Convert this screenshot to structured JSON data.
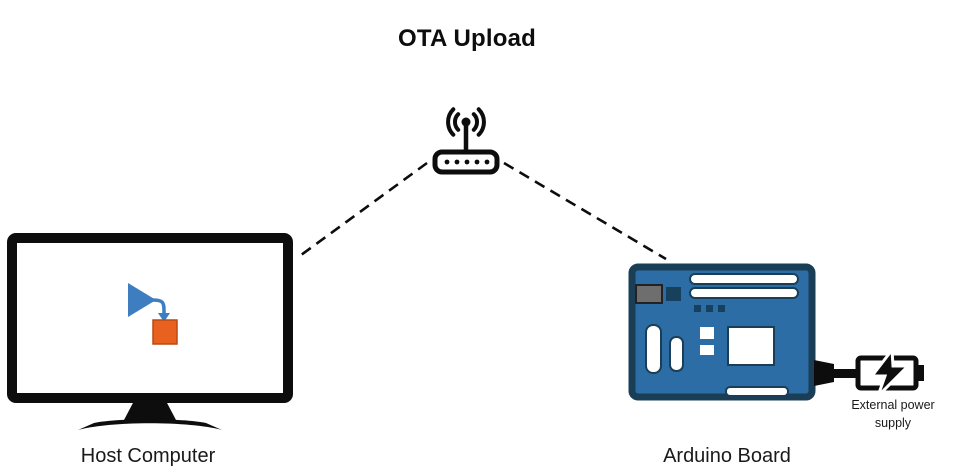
{
  "diagram": {
    "title": "OTA Upload",
    "nodes": {
      "host_computer": {
        "label": "Host Computer",
        "icon": "monitor-with-simulink-logo-icon"
      },
      "router": {
        "icon": "wifi-router-icon"
      },
      "arduino_board": {
        "label": "Arduino Board",
        "icon": "arduino-board-icon"
      },
      "power_supply": {
        "label": "External power supply",
        "icon": "battery-charging-icon"
      }
    },
    "connectors": [
      {
        "from": "router",
        "to": "host_computer",
        "style": "dashed"
      },
      {
        "from": "router",
        "to": "arduino_board",
        "style": "dashed"
      }
    ],
    "colors": {
      "icon_black": "#0d0d0d",
      "board_blue": "#2b6da4",
      "board_border": "#1b3e57",
      "simulink_blue": "#3e7dc0",
      "simulink_orange": "#e8611f",
      "usb_gray": "#6e6e6e"
    }
  }
}
